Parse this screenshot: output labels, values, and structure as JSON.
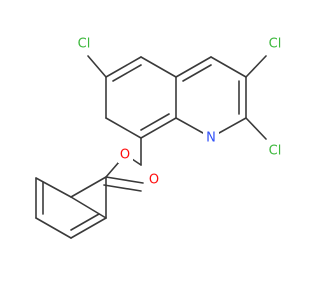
{
  "colors": {
    "background": "#ffffff",
    "bond": "#3a3a3a",
    "chlorine": "#3cb83c",
    "nitrogen": "#3050f8",
    "oxygen": "#ff0d0d"
  },
  "atoms": {
    "cl_c3": "Cl",
    "cl_c2": "Cl",
    "cl_c7": "Cl",
    "n1": "N",
    "o_ester": "O",
    "o_carbonyl": "O"
  }
}
